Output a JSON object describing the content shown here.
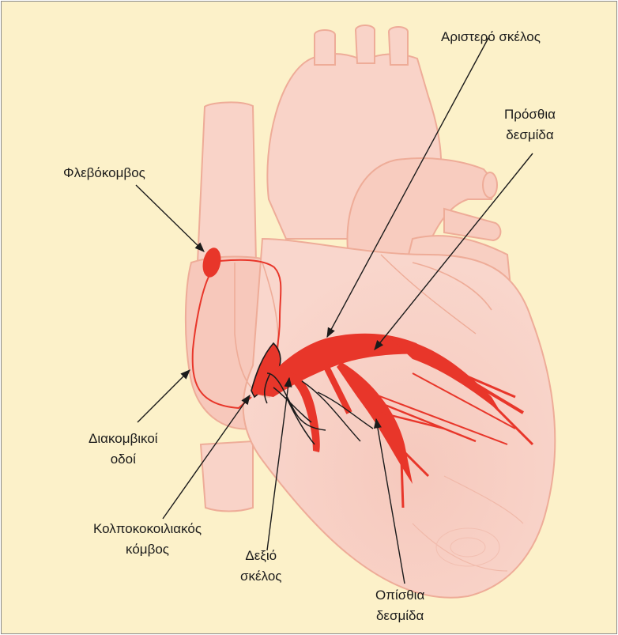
{
  "labels": {
    "sa_node": "Φλεβόκομβος",
    "left_bundle": "Αριστερό σκέλος",
    "anterior_fascicle": [
      "Πρόσθια",
      "δεσμίδα"
    ],
    "internodal": [
      "Διακομβικοί",
      "οδοί"
    ],
    "av_node": [
      "Κολποκοκοιλιακός",
      "κόμβος"
    ],
    "right_bundle": [
      "Δεξιό",
      "σκέλος"
    ],
    "posterior_fascicle": [
      "Οπίσθια",
      "δεσμίδα"
    ]
  },
  "colors": {
    "background": "#fcf1c9",
    "heart_fill": "#f9d0c4",
    "heart_outline": "#eeac98",
    "conduction": "#e8362a",
    "pointer": "#1b1b1b"
  }
}
